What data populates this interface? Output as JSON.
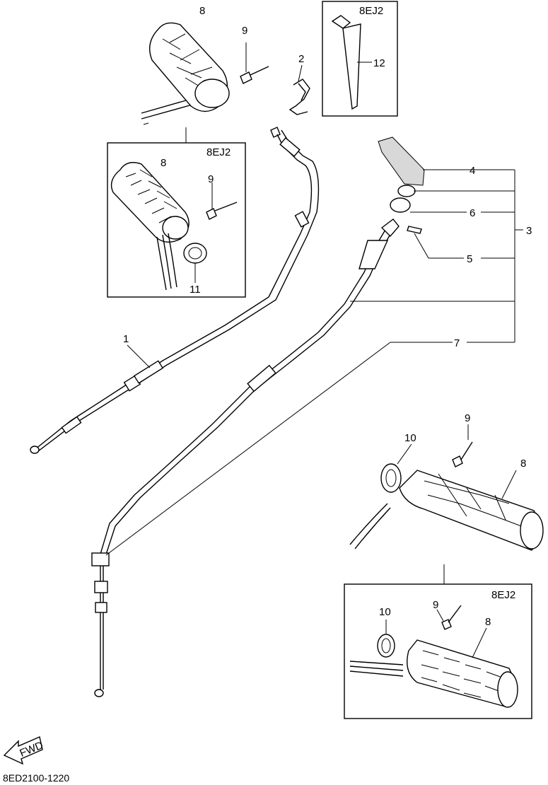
{
  "diagram": {
    "variant_label": "8EJ2",
    "drawing_code": "8ED2100-1220",
    "fwd_label": "FWD",
    "callouts": {
      "c1": "1",
      "c2": "2",
      "c3": "3",
      "c4": "4",
      "c5": "5",
      "c6": "6",
      "c7": "7",
      "c8": "8",
      "c9": "9",
      "c10": "10",
      "c11": "11",
      "c12": "12"
    }
  }
}
